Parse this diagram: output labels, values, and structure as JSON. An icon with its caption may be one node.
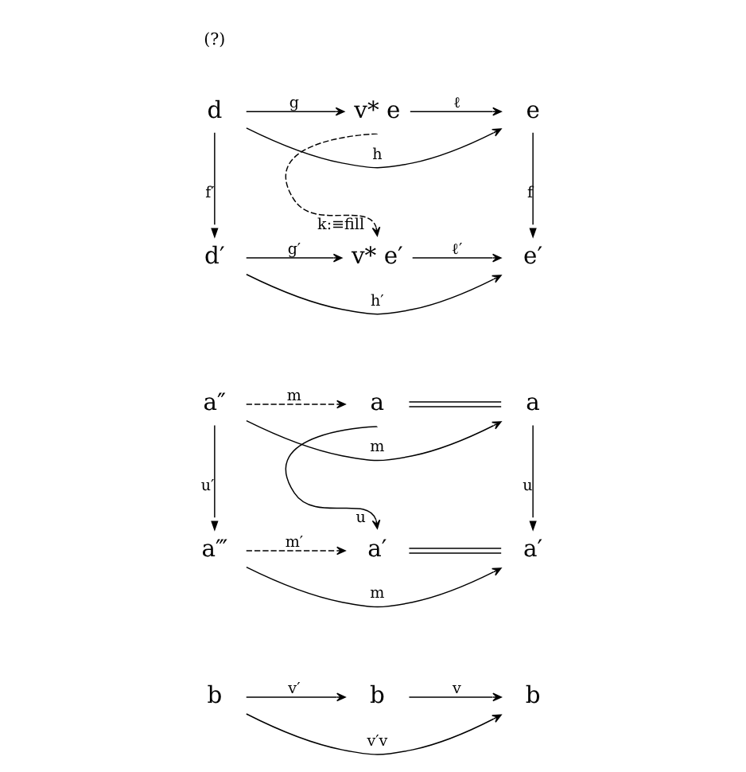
{
  "diagram": {
    "nodes": [
      {
        "text": [
          "d"
        ]
      },
      {
        "text": [
          "v* e"
        ]
      },
      {
        "text": [
          "e"
        ]
      },
      {
        "text": [
          "d′"
        ]
      },
      {
        "text": [
          "v* e′"
        ]
      },
      {
        "text": [
          "e′"
        ]
      },
      {
        "text": [
          "a″"
        ]
      },
      {
        "text": [
          "a"
        ]
      },
      {
        "text": [
          "a"
        ]
      },
      {
        "text": [
          "a‴"
        ]
      },
      {
        "text": [
          "a′"
        ]
      },
      {
        "text": [
          "a′"
        ]
      },
      {
        "text": [
          "b"
        ]
      },
      {
        "text": [
          "b"
        ]
      },
      {
        "text": [
          "b"
        ]
      }
    ],
    "edges": [
      {
        "from": 0,
        "to": 2,
        "arrow": "to",
        "label": "h"
      },
      {
        "from": 0,
        "to": 1,
        "arrow": "to",
        "label": "g"
      },
      {
        "from": 1,
        "to": 2,
        "arrow": "to",
        "label": "ℓ"
      },
      {
        "from": 0,
        "to": 3,
        "arrow": "to",
        "label": "f′"
      },
      {
        "from": 1,
        "to": 4,
        "arrow": "to",
        "label": "k:≡fill",
        "style": "dashed"
      },
      {
        "from": 2,
        "to": 5,
        "arrow": "to",
        "label": "f"
      },
      {
        "from": 3,
        "to": 4,
        "arrow": "to",
        "label": "g′"
      },
      {
        "from": 4,
        "to": 5,
        "arrow": "to",
        "label": "ℓ′"
      },
      {
        "from": 3,
        "to": 5,
        "arrow": "to",
        "label": "h′"
      },
      {
        "from": 6,
        "to": 8,
        "arrow": "to",
        "label": "m"
      },
      {
        "from": 6,
        "to": 7,
        "arrow": "to",
        "label": "m",
        "style": "dashed"
      },
      {
        "from": 7,
        "to": 8,
        "arrow": "none"
      },
      {
        "from": 6,
        "to": 9,
        "arrow": "to",
        "label": "u′"
      },
      {
        "from": 7,
        "to": 10,
        "arrow": "to",
        "label": "u"
      },
      {
        "from": 8,
        "to": 11,
        "arrow": "to",
        "label": "u"
      },
      {
        "from": 9,
        "to": 10,
        "arrow": "to",
        "label": "m′",
        "style": "dashed"
      },
      {
        "from": 10,
        "to": 11,
        "arrow": "none"
      },
      {
        "from": 9,
        "to": 11,
        "arrow": "to",
        "label": "m"
      },
      {
        "from": 12,
        "to": 13,
        "arrow": "to",
        "label": "v′"
      },
      {
        "from": 13,
        "to": 14,
        "arrow": "to",
        "label": "v"
      },
      {
        "from": 12,
        "to": 14,
        "arrow": "to",
        "label": "v′v"
      }
    ],
    "labels": [
      "(?)"
    ]
  }
}
